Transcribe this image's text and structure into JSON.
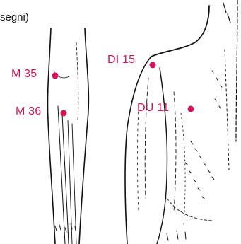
{
  "caption": "segni)",
  "accent_color": "#d4145a",
  "points": [
    {
      "id": "m35",
      "label": "M 35"
    },
    {
      "id": "m36",
      "label": "M 36"
    },
    {
      "id": "di15",
      "label": "DI 15"
    },
    {
      "id": "du11",
      "label": "DU 11"
    }
  ]
}
